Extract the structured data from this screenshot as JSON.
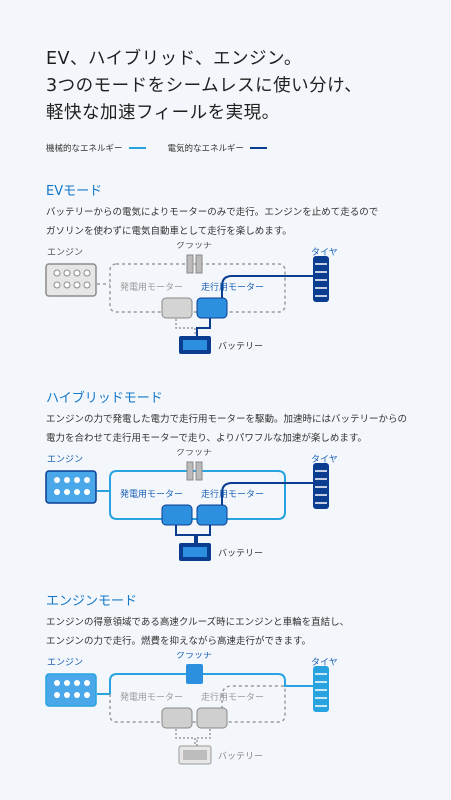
{
  "headline": {
    "lines": [
      "EV、ハイブリッド、エンジン。",
      "3つのモードをシームレスに使い分け、",
      "軽快な加速フィールを実現。"
    ]
  },
  "legend": {
    "mechanical_label": "機械的なエネルギー",
    "electrical_label": "電気的なエネルギー",
    "mechanical_color": "#29a3e0",
    "electrical_color": "#0a3d8f"
  },
  "labels": {
    "engine": "エンジン",
    "clutch": "クラッチ",
    "tire": "タイヤ",
    "generator_motor": "発電用モーター",
    "drive_motor": "走行用モーター",
    "battery": "バッテリー"
  },
  "modes": [
    {
      "title": "EVモード",
      "description": [
        "バッテリーからの電気によりモーターのみで走行。エンジンを止めて走るので",
        "ガソリンを使わずに電気自動車として走行を楽しめます。"
      ]
    },
    {
      "title": "ハイブリッドモード",
      "description": [
        "エンジンの力で発電した電力で走行用モーターを駆動。加速時にはバッテリーからの",
        "電力を合わせて走行用モーターで走り、よりパワフルな加速が楽しめます。"
      ]
    },
    {
      "title": "エンジンモード",
      "description": [
        "エンジンの得意領域である高速クルーズ時にエンジンと車輪を直結し、",
        "エンジンの力で走行。燃費を抑えながら高速走行ができます。"
      ]
    }
  ],
  "colors": {
    "active_blue": "#2d8fe0",
    "dark_blue": "#0a3d8f",
    "light_blue": "#29a3e0",
    "inactive_gray": "#9a9a9a"
  }
}
